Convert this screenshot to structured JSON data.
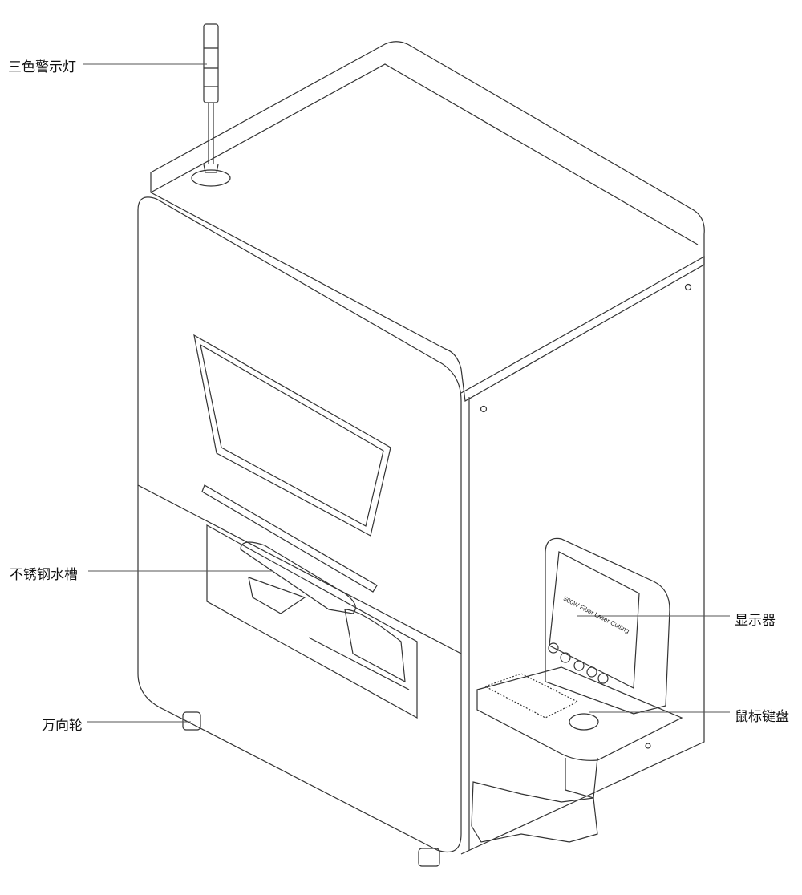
{
  "labels": {
    "warning_light": "三色警示灯",
    "water_tank": "不锈钢水槽",
    "caster": "万向轮",
    "monitor": "显示器",
    "mouse_keyboard": "鼠标键盘"
  },
  "screen_text": "500W Fiber Laser Cutting",
  "colors": {
    "line": "#333333",
    "leader": "#555555",
    "background": "#ffffff"
  }
}
